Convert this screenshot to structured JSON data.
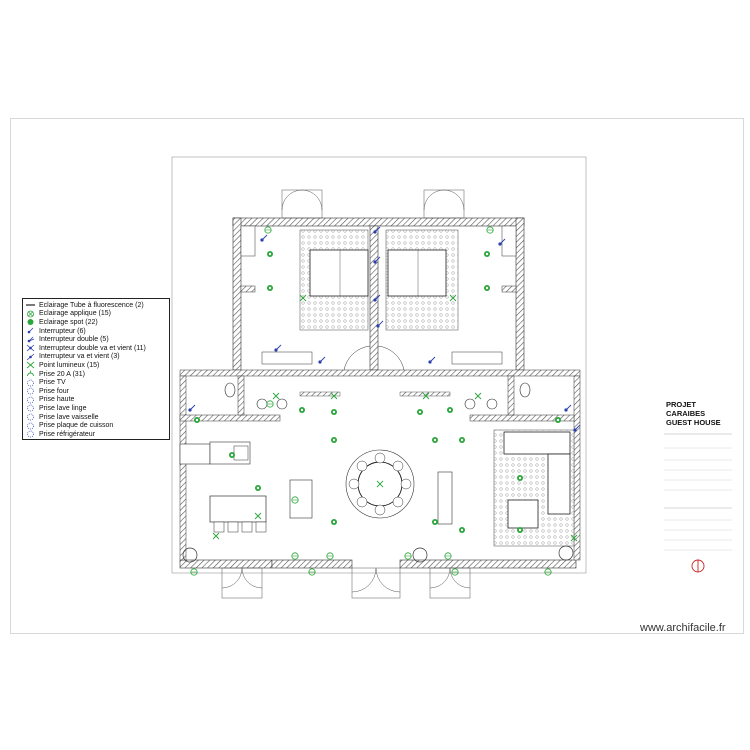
{
  "legend": {
    "items": [
      {
        "label": "Eclairage Tube à fluorescence (2)",
        "icon": "fluorescent-tube-icon"
      },
      {
        "label": "Eclairage applique (15)",
        "icon": "wall-light-icon"
      },
      {
        "label": "Eclairage spot (22)",
        "icon": "spot-light-icon"
      },
      {
        "label": "Interrupteur (6)",
        "icon": "switch-icon"
      },
      {
        "label": "Interrupteur double (5)",
        "icon": "double-switch-icon"
      },
      {
        "label": "Interrupteur double va et vient (11)",
        "icon": "double-two-way-switch-icon"
      },
      {
        "label": "Interrupteur va et vient (3)",
        "icon": "two-way-switch-icon"
      },
      {
        "label": "Point lumineux (15)",
        "icon": "light-point-icon"
      },
      {
        "label": "Prise 20 A (31)",
        "icon": "socket-20a-icon"
      },
      {
        "label": "Prise TV",
        "icon": "tv-socket-icon"
      },
      {
        "label": "Prise four",
        "icon": "oven-socket-icon"
      },
      {
        "label": "Prise haute",
        "icon": "high-socket-icon"
      },
      {
        "label": "Prise lave linge",
        "icon": "washing-machine-socket-icon"
      },
      {
        "label": "Prise lave vaisselle",
        "icon": "dishwasher-socket-icon"
      },
      {
        "label": "Prise plaque de cuisson",
        "icon": "hob-socket-icon"
      },
      {
        "label": "Prise réfrigérateur",
        "icon": "fridge-socket-icon"
      }
    ]
  },
  "title_block": {
    "line1": "PROJET CARAIBES",
    "line2": "GUEST HOUSE"
  },
  "watermark": "www.archifacile.fr",
  "colors": {
    "light_symbol": "#2aa63a",
    "switch_symbol": "#2a3fb0",
    "wall_hatch": "#555555",
    "stamp": "#cc2222"
  }
}
